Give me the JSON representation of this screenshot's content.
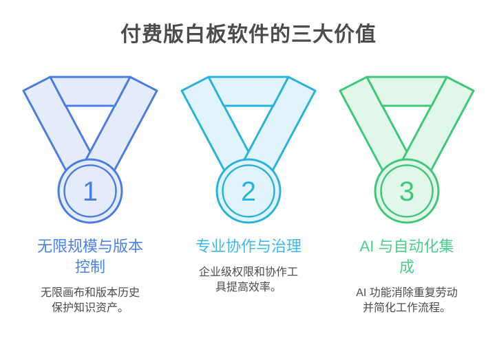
{
  "page": {
    "title": "付费版白板软件的三大价值",
    "title_color": "#4c4c4c",
    "background_color": "#ffffff",
    "body_text_color": "#4b4b4b"
  },
  "columns": [
    {
      "number": "1",
      "heading_line1": "无限规模与版本",
      "heading_line2": "控制",
      "desc_line1": "无限画布和版本历史",
      "desc_line2": "保护知识资产。",
      "heading_color": "#4a82e6",
      "medal_stroke": "#4a7de0",
      "medal_fill": "#e4ecfb"
    },
    {
      "number": "2",
      "heading_line1": "专业协作与治理",
      "heading_line2": "",
      "desc_line1": "企业级权限和协作工",
      "desc_line2": "具提高效率。",
      "heading_color": "#3cb9e8",
      "medal_stroke": "#29b3dc",
      "medal_fill": "#e2f4fb"
    },
    {
      "number": "3",
      "heading_line1": "AI 与自动化集",
      "heading_line2": "成",
      "desc_line1": "AI 功能消除重复劳动",
      "desc_line2": "并简化工作流程。",
      "heading_color": "#47d089",
      "medal_stroke": "#3ec878",
      "medal_fill": "#e1f7ea"
    }
  ]
}
